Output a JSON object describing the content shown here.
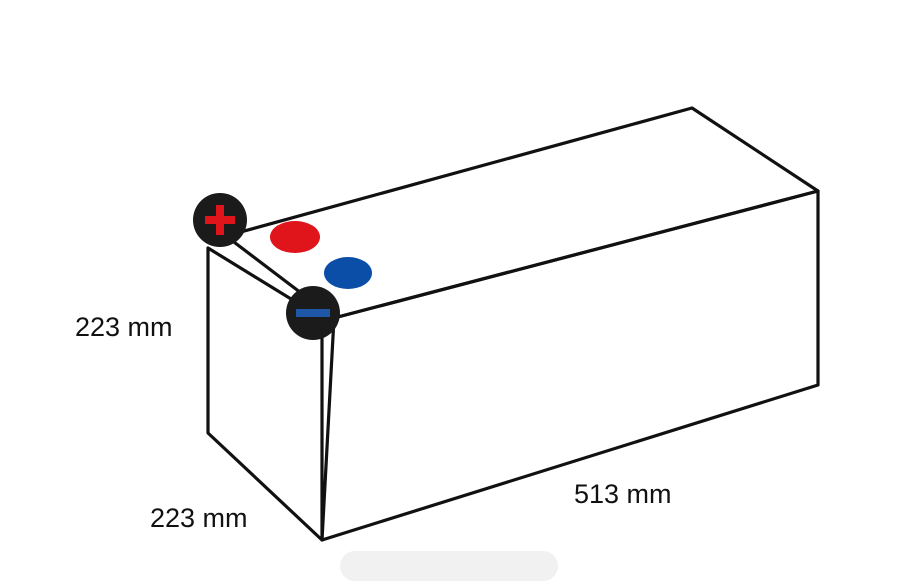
{
  "battery": {
    "height_label": "223 mm",
    "width_label": "223 mm",
    "length_label": "513 mm"
  },
  "terminals": {
    "positive": {
      "icon": "plus-icon",
      "color": "#e0141b"
    },
    "negative": {
      "icon": "minus-icon",
      "color": "#1f57a8"
    }
  },
  "caps": {
    "red": "#e0141b",
    "blue": "#0b4ea8"
  },
  "colors": {
    "outline": "#111111",
    "terminal_body": "#1b1b1b"
  }
}
